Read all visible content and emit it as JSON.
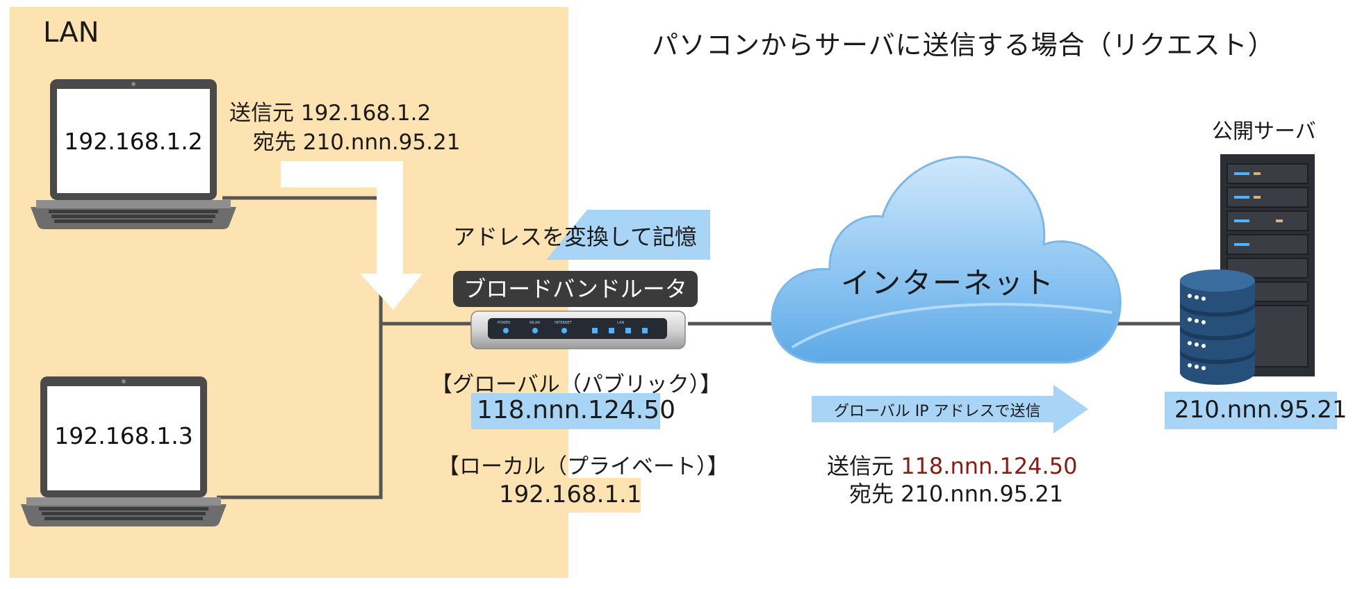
{
  "title": "パソコンからサーバに送信する場合（リクエスト）",
  "lan": {
    "label": "LAN"
  },
  "laptops": [
    {
      "ip": "192.168.1.2"
    },
    {
      "ip": "192.168.1.3"
    }
  ],
  "request_from_pc": {
    "source": "送信元 192.168.1.2",
    "destination": "宛先 210.nnn.95.21"
  },
  "router": {
    "label": "ブロードバンドルータ",
    "note": "アドレスを変換して記憶",
    "panel_labels": [
      "POWER",
      "WLAN",
      "INTERNET",
      "LAN"
    ],
    "global_heading": "【グローバル（パブリック）】",
    "global_ip": "118.nnn.124.50",
    "local_heading": "【ローカル（プライベート）】",
    "local_ip": "192.168.1.1"
  },
  "internet": {
    "label": "インターネット",
    "arrow_label": "グローバル IP アドレスで送信",
    "source_prefix": "送信元",
    "source_ip": "118.nnn.124.50",
    "destination": "宛先 210.nnn.95.21"
  },
  "server": {
    "label": "公開サーバ",
    "ip": "210.nnn.95.21"
  },
  "colors": {
    "lan_zone": "#fde3b1",
    "accent_blue": "#a8d4f5",
    "router_label_bg": "#3b3b3b",
    "highlight_ip": "#8b1a10",
    "wire": "#555555"
  }
}
